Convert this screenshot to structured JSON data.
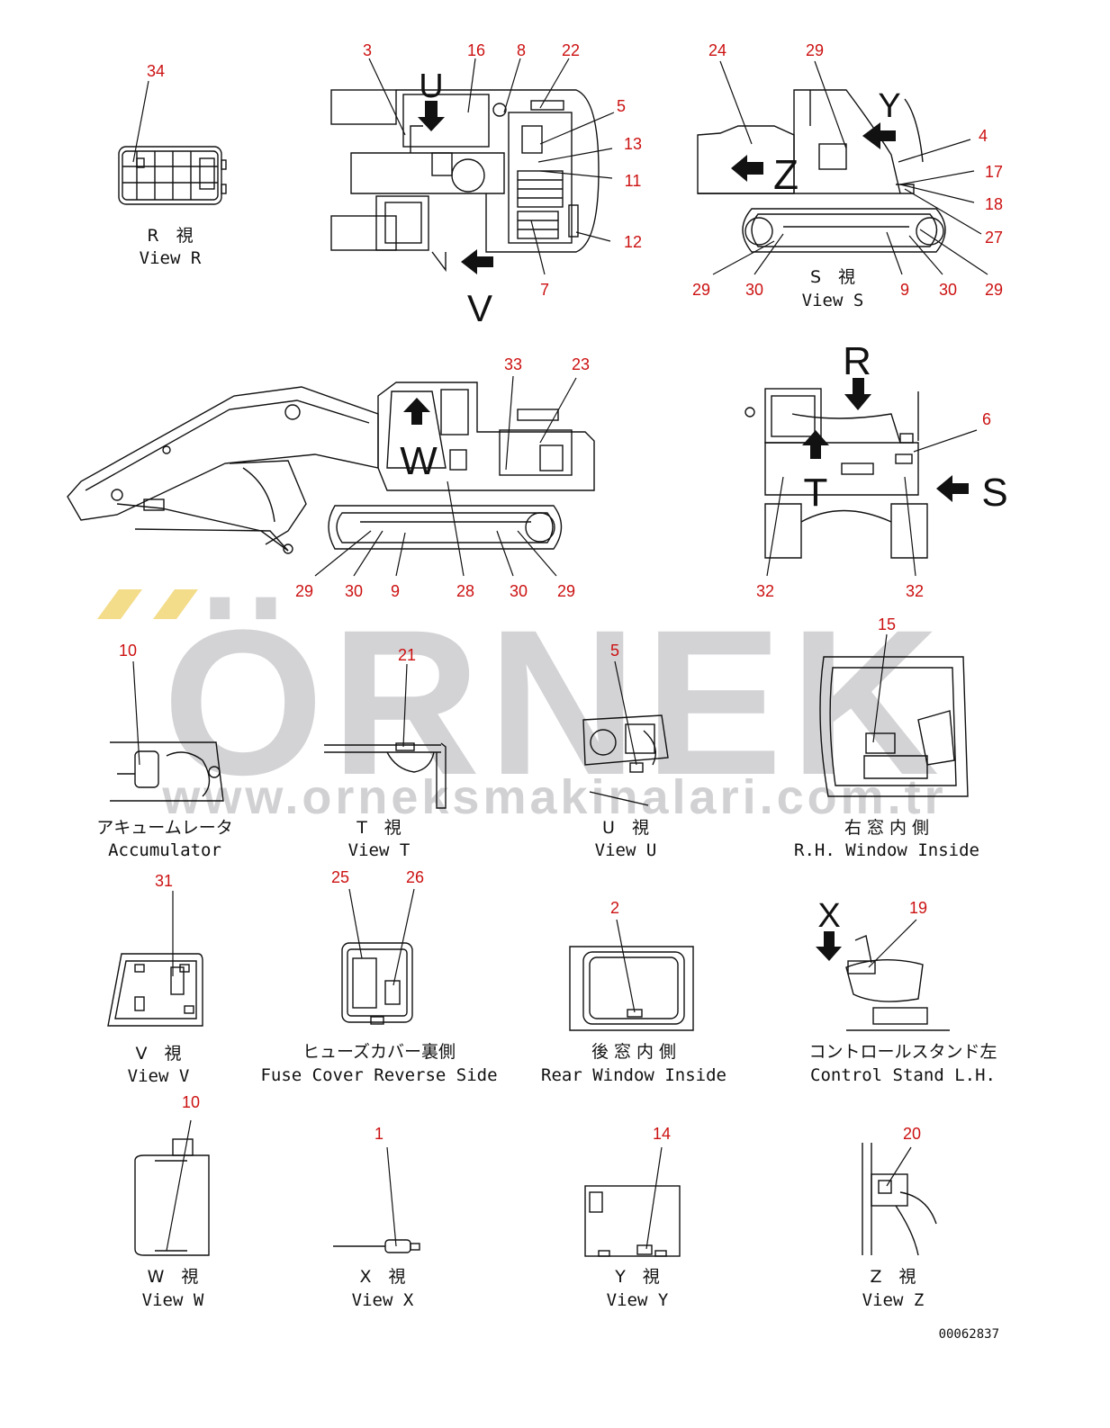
{
  "doc_id": "00062837",
  "watermark": {
    "brand": "ÖRNEK",
    "url": "www.orneksmakinalari.com.tr"
  },
  "colors": {
    "callout": "#cc1111",
    "ink": "#111111",
    "watermark": "#c9c9cc",
    "watermark_accent": "#f3dc8a"
  },
  "views": [
    {
      "key": "R",
      "jp": "R　視",
      "en": "View R"
    },
    {
      "key": "S",
      "jp": "S　視",
      "en": "View S"
    },
    {
      "key": "acc",
      "jp": "アキュームレータ",
      "en": "Accumulator"
    },
    {
      "key": "T",
      "jp": "T　視",
      "en": "View T"
    },
    {
      "key": "U",
      "jp": "U　視",
      "en": "View U"
    },
    {
      "key": "rhw",
      "jp": "右 窓 内 側",
      "en": "R.H. Window Inside"
    },
    {
      "key": "V",
      "jp": "V　視",
      "en": "View V"
    },
    {
      "key": "fuse",
      "jp": "ヒューズカバー裏側",
      "en": "Fuse Cover Reverse Side"
    },
    {
      "key": "rw",
      "jp": "後 窓 内 側",
      "en": "Rear Window Inside"
    },
    {
      "key": "cs",
      "jp": "コントロールスタンド左",
      "en": "Control Stand L.H."
    },
    {
      "key": "W",
      "jp": "W　視",
      "en": "View W"
    },
    {
      "key": "X",
      "jp": "X　視",
      "en": "View X"
    },
    {
      "key": "Y",
      "jp": "Y　視",
      "en": "View Y"
    },
    {
      "key": "Z",
      "jp": "Z　視",
      "en": "View Z"
    }
  ],
  "direction_letters": {
    "U": "U",
    "V": "V",
    "Y": "Y",
    "Z": "Z",
    "W": "W",
    "R": "R",
    "S": "S",
    "T": "T",
    "X": "X"
  },
  "callouts": [
    "34",
    "3",
    "16",
    "8",
    "22",
    "5",
    "13",
    "11",
    "12",
    "7",
    "24",
    "29",
    "4",
    "17",
    "18",
    "27",
    "29",
    "30",
    "9",
    "30",
    "29",
    "33",
    "23",
    "29",
    "30",
    "9",
    "28",
    "30",
    "29",
    "6",
    "32",
    "32",
    "10",
    "21",
    "5",
    "15",
    "31",
    "25",
    "26",
    "2",
    "19",
    "10",
    "1",
    "14",
    "20"
  ]
}
